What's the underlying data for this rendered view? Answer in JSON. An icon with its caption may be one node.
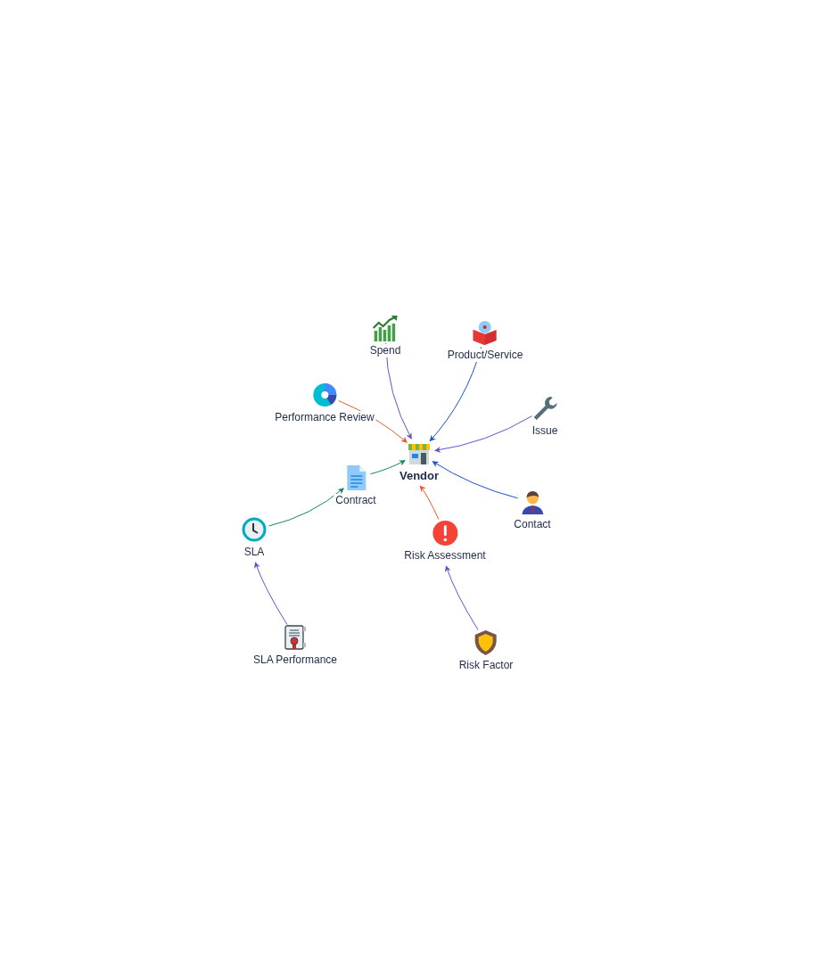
{
  "diagram": {
    "nodes": [
      {
        "text": [
          "Spend"
        ]
      },
      {
        "text": [
          "Product/Service"
        ]
      },
      {
        "text": [
          "Performance Review"
        ]
      },
      {
        "text": [
          "Issue"
        ]
      },
      {
        "text": [
          "Vendor"
        ]
      },
      {
        "text": [
          "Contract"
        ]
      },
      {
        "text": [
          "Contact"
        ]
      },
      {
        "text": [
          "SLA"
        ]
      },
      {
        "text": [
          "Risk Assessment"
        ]
      },
      {
        "text": [
          "SLA Performance"
        ]
      },
      {
        "text": [
          "Risk Factor"
        ]
      }
    ],
    "edges": [
      {
        "from": 0,
        "to": 4,
        "arrow": "to",
        "color": "#6a4fc9"
      },
      {
        "from": 1,
        "to": 4,
        "arrow": "to",
        "color": "#1a4fd0"
      },
      {
        "from": 2,
        "to": 4,
        "arrow": "to",
        "color": "#f4562a"
      },
      {
        "from": 3,
        "to": 4,
        "arrow": "to",
        "color": "#6a4fc9"
      },
      {
        "from": 6,
        "to": 4,
        "arrow": "to",
        "color": "#1a4fd0"
      },
      {
        "from": 5,
        "to": 4,
        "arrow": "to",
        "color": "#0e8a5f"
      },
      {
        "from": 7,
        "to": 5,
        "arrow": "to",
        "color": "#0e8a5f"
      },
      {
        "from": 8,
        "to": 4,
        "arrow": "to",
        "color": "#f4562a"
      },
      {
        "from": 9,
        "to": 7,
        "arrow": "to",
        "color": "#6a4fc9"
      },
      {
        "from": 10,
        "to": 8,
        "arrow": "to",
        "color": "#6a4fc9"
      }
    ]
  }
}
